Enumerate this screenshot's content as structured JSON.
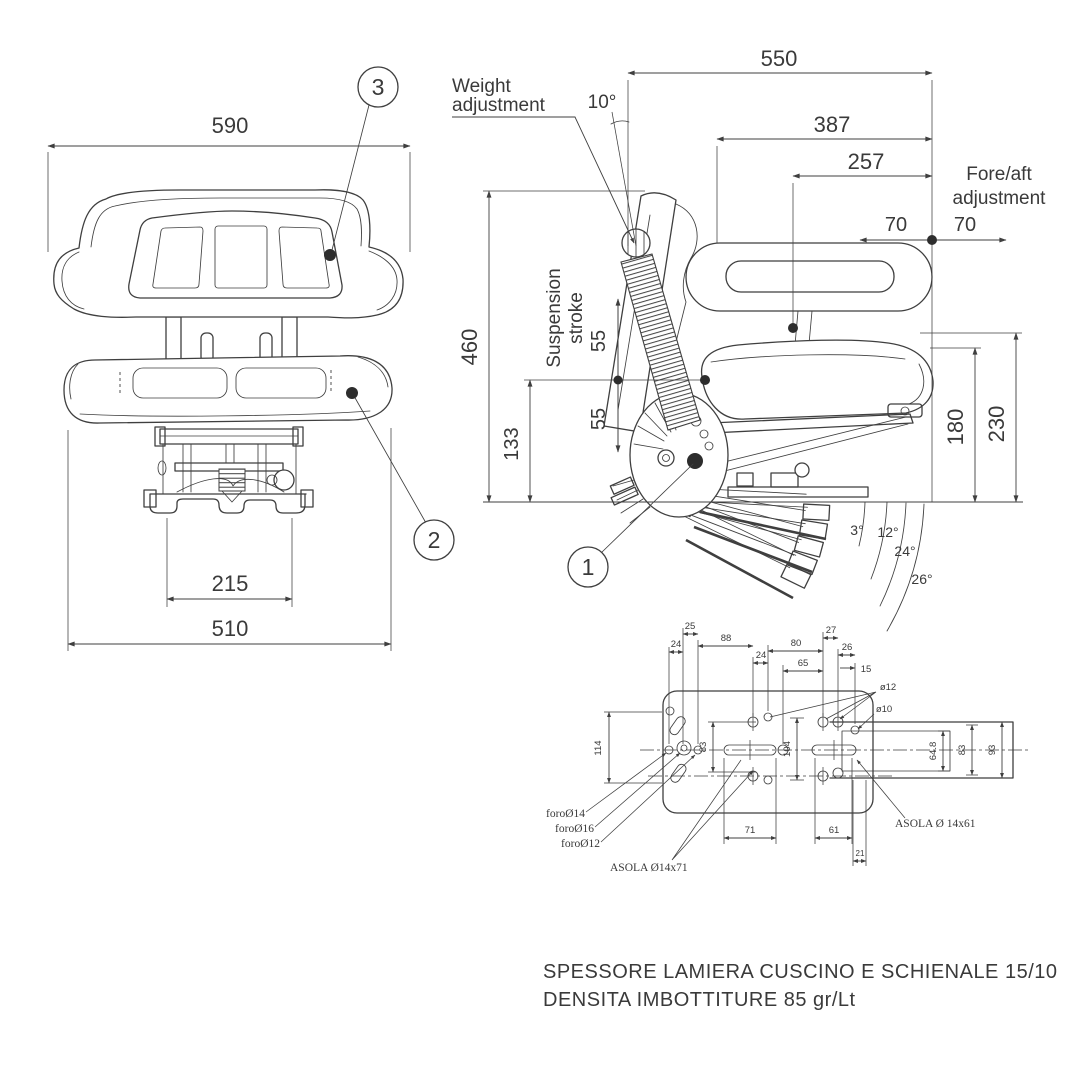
{
  "front_view": {
    "dim_top_width": "590",
    "dim_rail_width": "215",
    "dim_base_width": "510",
    "callout_cushion": "2",
    "callout_backrest": "3"
  },
  "side_view": {
    "label_weight_line1": "Weight",
    "label_weight_line2": "adjustment",
    "angle_backrest": "10°",
    "dim_total_depth": "550",
    "dim_387": "387",
    "dim_257": "257",
    "label_foreaft_line1": "Fore/aft",
    "label_foreaft_line2": "adjustment",
    "dim_fore": "70",
    "dim_aft": "70",
    "dim_height_460": "460",
    "label_suspension_line1": "Suspension",
    "label_suspension_line2": "stroke",
    "dim_stroke_up": "55",
    "dim_stroke_down": "55",
    "dim_height_133": "133",
    "dim_height_180": "180",
    "dim_height_230": "230",
    "angle_tilt_3": "3°",
    "angle_tilt_12": "12°",
    "angle_tilt_24": "24°",
    "angle_tilt_26": "26°",
    "callout_suspension": "1"
  },
  "plate_view": {
    "dim_25": "25",
    "dim_24_left": "24",
    "dim_88": "88",
    "dim_24_mid": "24",
    "dim_80": "80",
    "dim_65": "65",
    "dim_27": "27",
    "dim_26": "26",
    "dim_15": "15",
    "dim_114": "114",
    "dim_83_left": "83",
    "dim_104": "104",
    "dim_71": "71",
    "dim_61": "61",
    "dim_21": "21",
    "dim_64_8": "64.8",
    "dim_83_right": "83",
    "dim_93": "93",
    "label_dia_12": "ø12",
    "label_dia_10": "ø10",
    "label_foro_14": "foroØ14",
    "label_foro_16": "foroØ16",
    "label_foro_12": "foroØ12",
    "label_asola_71": "ASOLA Ø14x71",
    "label_asola_61": "ASOLA Ø 14x61"
  },
  "notes": {
    "line1": "SPESSORE LAMIERA CUSCINO E SCHIENALE 15/10",
    "line2": "DENSITA IMBOTTITURE 85 gr/Lt"
  },
  "colors": {
    "line": "#3f3f3f",
    "background": "#ffffff"
  }
}
